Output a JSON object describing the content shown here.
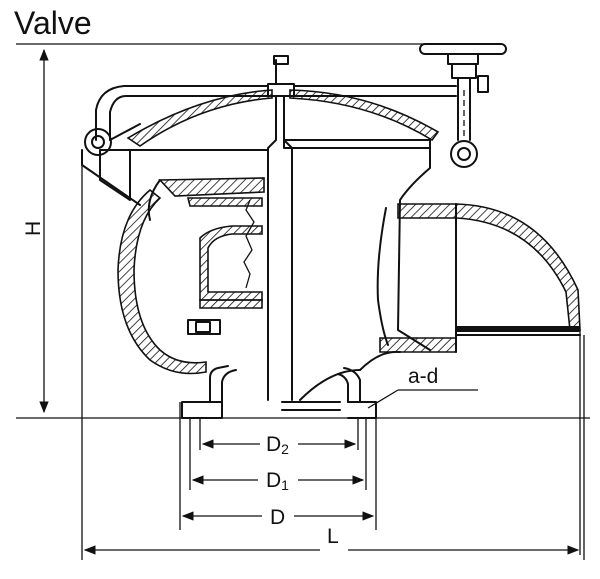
{
  "title": "Valve",
  "dimensions": {
    "height_label": "H",
    "d2_label": "D",
    "d2_sub": "2",
    "d1_label": "D",
    "d1_sub": "1",
    "d_label": "D",
    "l_label": "L",
    "holes_label": "a-d"
  }
}
